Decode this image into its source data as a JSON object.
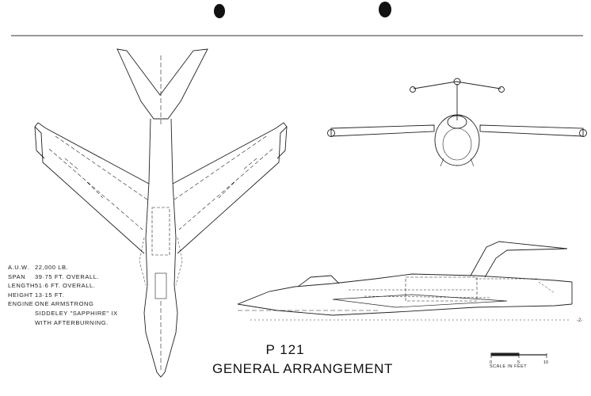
{
  "title": {
    "number": "P 121",
    "name": "GENERAL ARRANGEMENT"
  },
  "specs": [
    {
      "label": "A.U.W.",
      "value": "22,000 LB."
    },
    {
      "label": "SPAN",
      "value": "39·75 FT. OVERALL."
    },
    {
      "label": "LENGTH",
      "value": "51·6 FT. OVERALL."
    },
    {
      "label": "HEIGHT",
      "value": "13·15 FT."
    },
    {
      "label": "ENGINE",
      "value": "ONE ARMSTRONG"
    }
  ],
  "engine_continuation": [
    "SIDDELEY \"SAPPHIRE\" IX",
    "WITH AFTERBURNING."
  ],
  "scale": {
    "caption": "SCALE IN FEET",
    "ticks": [
      "0",
      "5",
      "10"
    ]
  },
  "sheet_mark": "-2-"
}
